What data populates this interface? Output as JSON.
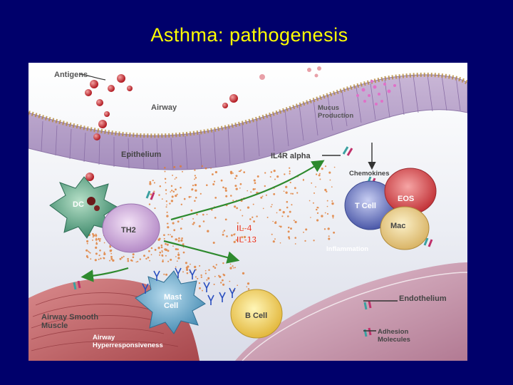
{
  "slide": {
    "title": "Asthma: pathogenesis"
  },
  "diagram": {
    "labels": {
      "antigens": "Antigens",
      "airway": "Airway",
      "mucus1": "Mucus",
      "mucus2": "Production",
      "epithelium": "Epithelium",
      "il4r": "IL4R alpha",
      "chemokines": "Chemokines",
      "dc": "DC",
      "th2": "TH2",
      "il4": "IL-4",
      "il13": "IL-13",
      "tcell": "T Cell",
      "eos": "EOS",
      "mac": "Mac",
      "inflammation": "Inflammation",
      "mast1": "Mast",
      "mast2": "Cell",
      "bcell": "B Cell",
      "endothelium": "Endothelium",
      "smooth1": "Airway Smooth",
      "smooth2": "Muscle",
      "hyper1": "Airway",
      "hyper2": "Hyperresponsiveness",
      "adhesion1": "Adhesion",
      "adhesion2": "Molecules"
    }
  }
}
